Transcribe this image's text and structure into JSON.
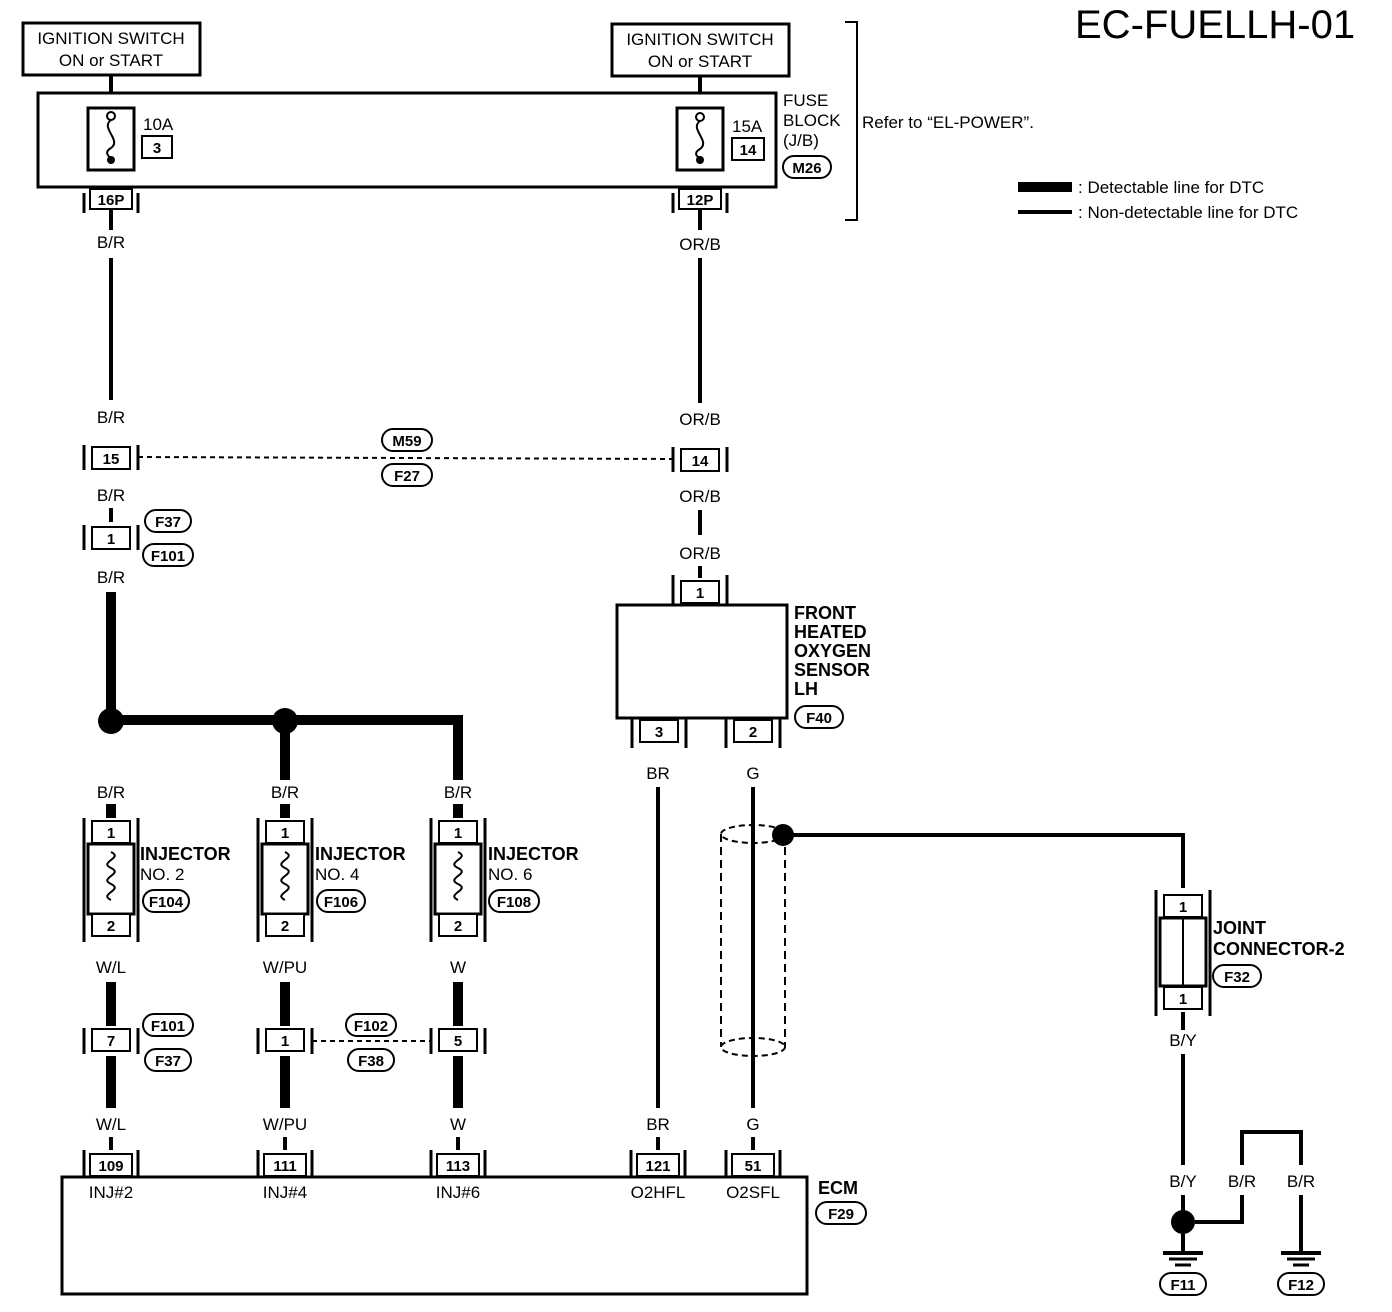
{
  "diagram_id": "EC-FUELLH-01",
  "switches": {
    "left": {
      "line1": "IGNITION SWITCH",
      "line2": "ON or START"
    },
    "right": {
      "line1": "IGNITION SWITCH",
      "line2": "ON or START"
    }
  },
  "fuse_block": {
    "label_lines": [
      "FUSE",
      "BLOCK",
      "(J/B)"
    ],
    "connector": "M26",
    "refer": "Refer to “EL-POWER”.",
    "fuse_left": {
      "rating": "10A",
      "number": "3",
      "connector": "16P"
    },
    "fuse_right": {
      "rating": "15A",
      "number": "14",
      "connector": "12P"
    }
  },
  "legend": {
    "detectable": ": Detectable line for DTC",
    "non_detectable": ": Non-detectable line for DTC"
  },
  "wires": {
    "br": "B/R",
    "orb": "OR/B",
    "wl": "W/L",
    "wpu": "W/PU",
    "w": "W",
    "brn": "BR",
    "g": "G",
    "by": "B/Y"
  },
  "connectors": {
    "m59": {
      "id": "M59",
      "pin_left": "15",
      "pin_right": "14"
    },
    "f27": {
      "id": "F27"
    },
    "f37_top": {
      "id": "F37",
      "pin": "1"
    },
    "f101_top": {
      "id": "F101"
    },
    "f101_bot": {
      "id": "F101",
      "pin": "7"
    },
    "f37_bot": {
      "id": "F37"
    },
    "f102": {
      "id": "F102",
      "pin_left": "1",
      "pin_right": "5"
    },
    "f38": {
      "id": "F38"
    }
  },
  "sensor": {
    "lines": [
      "FRONT",
      "HEATED",
      "OXYGEN",
      "SENSOR",
      "LH"
    ],
    "connector": "F40",
    "pin_top": "1",
    "pin_left": "3",
    "pin_right": "2"
  },
  "injectors": [
    {
      "line1": "INJECTOR",
      "line2": "NO. 2",
      "connector": "F104",
      "pin_top": "1",
      "pin_bottom": "2"
    },
    {
      "line1": "INJECTOR",
      "line2": "NO. 4",
      "connector": "F106",
      "pin_top": "1",
      "pin_bottom": "2"
    },
    {
      "line1": "INJECTOR",
      "line2": "NO. 6",
      "connector": "F108",
      "pin_top": "1",
      "pin_bottom": "2"
    }
  ],
  "joint": {
    "line1": "JOINT",
    "line2": "CONNECTOR-2",
    "connector": "F32",
    "pin_top": "1",
    "pin_bottom": "1"
  },
  "ecm": {
    "label": "ECM",
    "connector": "F29",
    "pins": [
      {
        "number": "109",
        "name": "INJ#2"
      },
      {
        "number": "111",
        "name": "INJ#4"
      },
      {
        "number": "113",
        "name": "INJ#6"
      },
      {
        "number": "121",
        "name": "O2HFL"
      },
      {
        "number": "51",
        "name": "O2SFL"
      }
    ]
  },
  "grounds": {
    "left": "F11",
    "right": "F12"
  }
}
